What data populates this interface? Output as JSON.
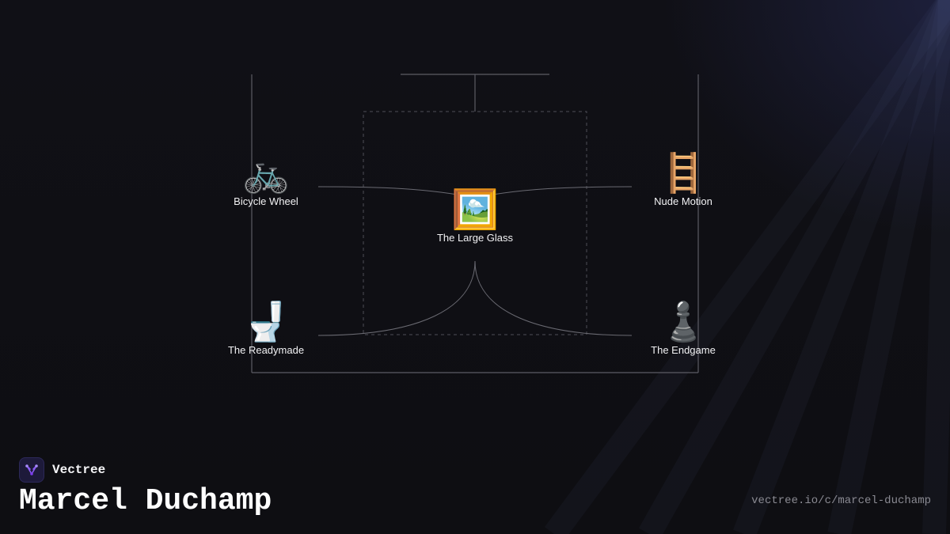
{
  "brand": {
    "name": "Vectree",
    "logo_icon": "branch-network-icon",
    "accent": "#8b5cf6"
  },
  "page": {
    "title": "Marcel Duchamp",
    "url": "vectree.io/c/marcel-duchamp"
  },
  "diagram": {
    "center": {
      "label": "The Large Glass",
      "emoji": "🖼️",
      "icon": "framed-picture-icon"
    },
    "nodes": [
      {
        "id": "bicycle-wheel",
        "label": "Bicycle Wheel",
        "emoji": "🚲",
        "icon": "bicycle-icon"
      },
      {
        "id": "nude-motion",
        "label": "Nude Motion",
        "emoji": "🪜",
        "icon": "ladder-icon"
      },
      {
        "id": "the-readymade",
        "label": "The Readymade",
        "emoji": "🚽",
        "icon": "toilet-icon"
      },
      {
        "id": "the-endgame",
        "label": "The Endgame",
        "emoji": "♟️",
        "icon": "chess-pawn-icon"
      }
    ],
    "colors": {
      "lines": "#6a6a72",
      "label": "#f2f2f4",
      "background": "#0f0f13"
    }
  }
}
